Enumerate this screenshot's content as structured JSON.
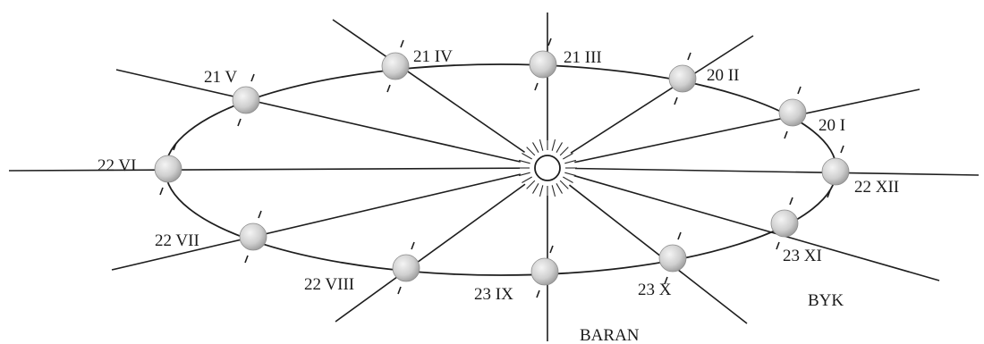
{
  "positions": [
    {
      "label": "21 III"
    },
    {
      "label": "20 II"
    },
    {
      "label": "20 I"
    },
    {
      "label": "22 XII"
    },
    {
      "label": "23 XI"
    },
    {
      "label": "23 X"
    },
    {
      "label": "23 IX"
    },
    {
      "label": "22 VIII"
    },
    {
      "label": "22 VII"
    },
    {
      "label": "22 VI"
    },
    {
      "label": "21 V"
    },
    {
      "label": "21 IV"
    }
  ],
  "constellations": {
    "byk": "BYK",
    "baran": "BARAN"
  },
  "colors": {
    "line": "#1e1e1e",
    "earth_light": "#f4f4f4",
    "earth_dark": "#a6a6a6",
    "sun_fill": "#ffffff"
  }
}
